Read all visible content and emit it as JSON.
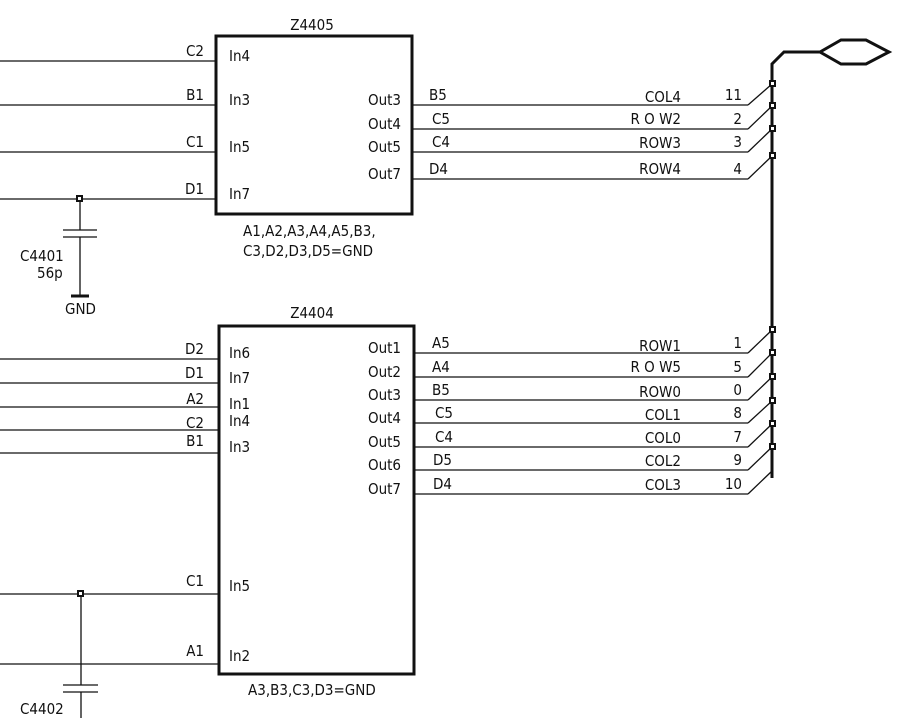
{
  "components": [
    {
      "ref": "Z4405",
      "inputs": [
        {
          "net": "C2",
          "pin": "In4"
        },
        {
          "net": "B1",
          "pin": "In3"
        },
        {
          "net": "C1",
          "pin": "In5"
        },
        {
          "net": "D1",
          "pin": "In7"
        }
      ],
      "outputs": [
        {
          "pin": "Out3",
          "net": "B5",
          "signal": "COL4",
          "num": "11"
        },
        {
          "pin": "Out4",
          "net": "C5",
          "signal": "R O W2",
          "num": "2"
        },
        {
          "pin": "Out5",
          "net": "C4",
          "signal": "ROW3",
          "num": "3"
        },
        {
          "pin": "Out7",
          "net": "D4",
          "signal": "ROW4",
          "num": "4"
        }
      ],
      "note_lines": [
        "A1,A2,A3,A4,A5,B3,",
        "C3,D2,D3,D5=GND"
      ]
    },
    {
      "ref": "Z4404",
      "inputs": [
        {
          "net": "D2",
          "pin": "In6"
        },
        {
          "net": "D1",
          "pin": "In7"
        },
        {
          "net": "A2",
          "pin": "In1"
        },
        {
          "net": "C2",
          "pin": "In4"
        },
        {
          "net": "B1",
          "pin": "In3"
        },
        {
          "net": "C1",
          "pin": "In5"
        },
        {
          "net": "A1",
          "pin": "In2"
        }
      ],
      "outputs": [
        {
          "pin": "Out1",
          "net": "A5",
          "signal": "ROW1",
          "num": "1"
        },
        {
          "pin": "Out2",
          "net": "A4",
          "signal": "R O W5",
          "num": "5"
        },
        {
          "pin": "Out3",
          "net": "B5",
          "signal": "ROW0",
          "num": "0"
        },
        {
          "pin": "Out4",
          "net": "C5",
          "signal": "COL1",
          "num": "8"
        },
        {
          "pin": "Out5",
          "net": "C4",
          "signal": "COL0",
          "num": "7"
        },
        {
          "pin": "Out6",
          "net": "D5",
          "signal": "COL2",
          "num": "9"
        },
        {
          "pin": "Out7",
          "net": "D4",
          "signal": "COL3",
          "num": "10"
        }
      ],
      "note_lines": [
        "A3,B3,C3,D3=GND"
      ]
    }
  ],
  "capacitors": [
    {
      "ref": "C4401",
      "value": "56p",
      "ground": "GND"
    },
    {
      "ref": "C4402"
    }
  ]
}
